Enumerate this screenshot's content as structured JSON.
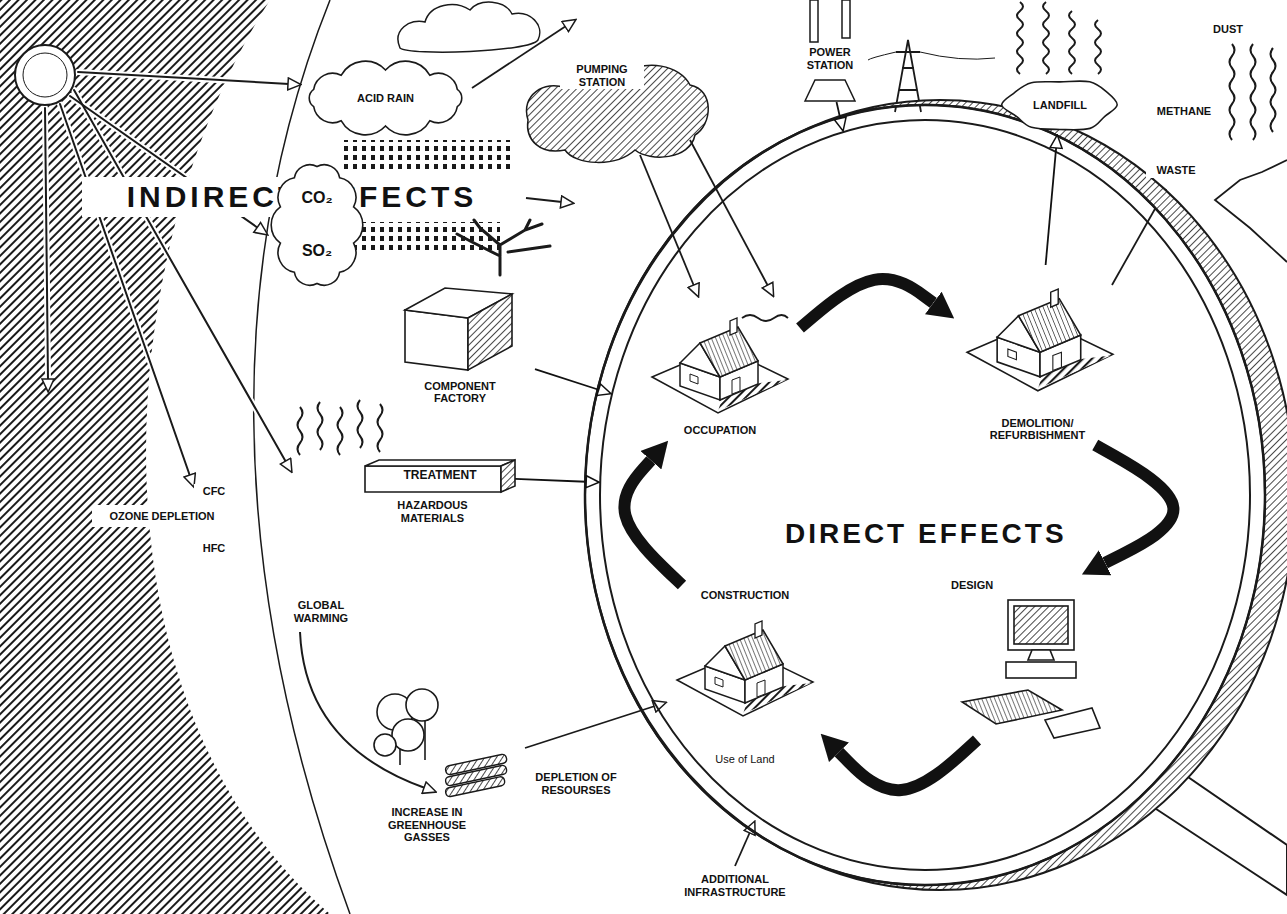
{
  "diagram": {
    "nodes": [
      {
        "text": [
          "ACID RAIN"
        ]
      },
      {
        "text": [
          "INDIRECT EFFECTS"
        ]
      },
      {
        "text": [
          "CO₂",
          "SO₂"
        ]
      },
      {
        "text": [
          "POWER STATION"
        ]
      },
      {
        "text": [
          "LANDFILL"
        ]
      },
      {
        "text": [
          "COMPONENT FACTORY"
        ]
      },
      {
        "text": [
          "OZONE DEPLETION"
        ]
      },
      {
        "text": [
          "TREATMENT"
        ]
      },
      {
        "text": [
          "DIRECT EFFECTS"
        ]
      },
      {
        "text": [
          "OCCUPATION"
        ],
        "in": 8
      },
      {
        "text": [
          "DEMOLITION/ REFURBISHMENT"
        ],
        "in": 8
      },
      {
        "text": [
          "DESIGN"
        ],
        "in": 8
      },
      {
        "text": [
          "CONSTRUCTION",
          "Use of Land"
        ],
        "in": 8
      }
    ],
    "edges": [
      {
        "from": 9,
        "to": 10,
        "arrow": "to"
      },
      {
        "from": 10,
        "to": 11,
        "arrow": "to"
      },
      {
        "from": 11,
        "to": 12,
        "arrow": "to"
      },
      {
        "from": 12,
        "to": 9,
        "arrow": "to"
      },
      {
        "from": 5,
        "to": 8,
        "arrow": "to"
      },
      {
        "from": 7,
        "to": 8,
        "arrow": "to"
      },
      {
        "from": 3,
        "to": 8,
        "arrow": "to"
      },
      {
        "from": 10,
        "to": 4,
        "arrow": "to"
      }
    ],
    "labels": [
      "PUMPING STATION",
      "DUST",
      "METHANE",
      "WASTE",
      "CFC",
      "HFC",
      "HAZARDOUS MATERIALS",
      "GLOBAL WARMING",
      "INCREASE IN GREENHOUSE GASSES",
      "DEPLETION OF RESOURSES",
      "ADDITIONAL INFRASTRUCTURE"
    ]
  }
}
